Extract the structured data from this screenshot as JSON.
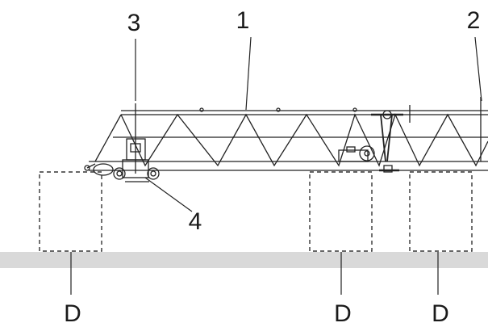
{
  "callouts": {
    "c1": "1",
    "c2": "2",
    "c3": "3",
    "c4": "4",
    "d_left": "D",
    "d_mid": "D",
    "d_right": "D"
  },
  "colors": {
    "ground": "#d9d9d9",
    "line": "#222222",
    "dashed_box": "#333333"
  }
}
